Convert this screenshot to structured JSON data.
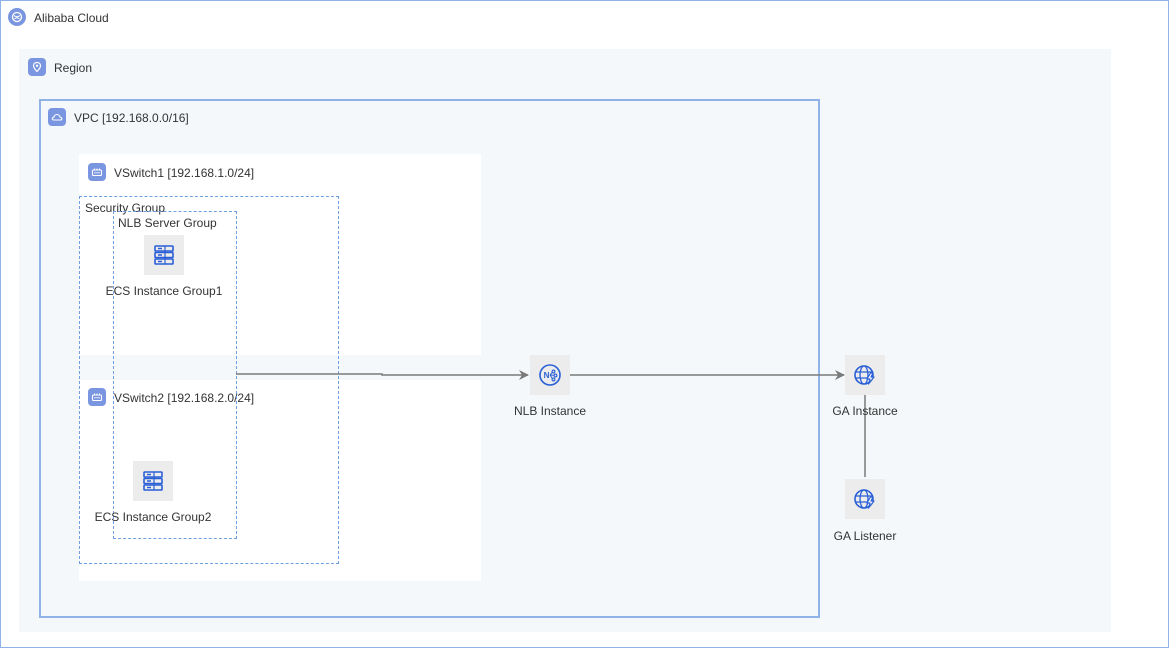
{
  "cloud": {
    "label": "Alibaba Cloud",
    "icon": "alibaba-cloud-icon"
  },
  "region": {
    "label": "Region",
    "icon": "location-pin-icon"
  },
  "vpc": {
    "label": "VPC [192.168.0.0/16]",
    "icon": "vpc-cloud-icon"
  },
  "vswitch1": {
    "label": "VSwitch1 [192.168.1.0/24]",
    "icon": "vswitch-icon"
  },
  "vswitch2": {
    "label": "VSwitch2 [192.168.2.0/24]",
    "icon": "vswitch-icon"
  },
  "security_group": {
    "label": "Security Group"
  },
  "nlb_server_group": {
    "label": "NLB Server Group"
  },
  "ecs1": {
    "label": "ECS Instance Group1",
    "icon": "ecs-server-icon"
  },
  "ecs2": {
    "label": "ECS Instance Group2",
    "icon": "ecs-server-icon"
  },
  "nlb": {
    "label": "NLB Instance",
    "icon": "nlb-icon"
  },
  "ga": {
    "label": "GA Instance",
    "icon": "ga-globe-icon"
  },
  "ga_listener": {
    "label": "GA Listener",
    "icon": "ga-globe-icon"
  },
  "colors": {
    "frame": "#8fb3e6",
    "region_bg": "#f4f8fb",
    "icon_blue": "#2a5fd6",
    "header_icon": "#7b96e0",
    "connector": "#7a7a7a"
  }
}
